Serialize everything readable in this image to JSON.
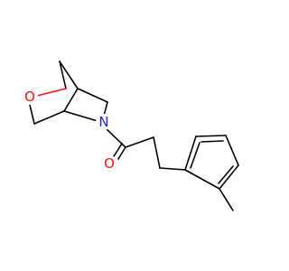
{
  "molecule": {
    "atoms": [
      {
        "id": "o_ring",
        "symbol": "O",
        "color": "#ff0d0d"
      },
      {
        "id": "n_ring",
        "symbol": "N",
        "color": "#2020ff"
      },
      {
        "id": "o_carbonyl",
        "symbol": "O",
        "color": "#ff0d0d"
      }
    ]
  }
}
